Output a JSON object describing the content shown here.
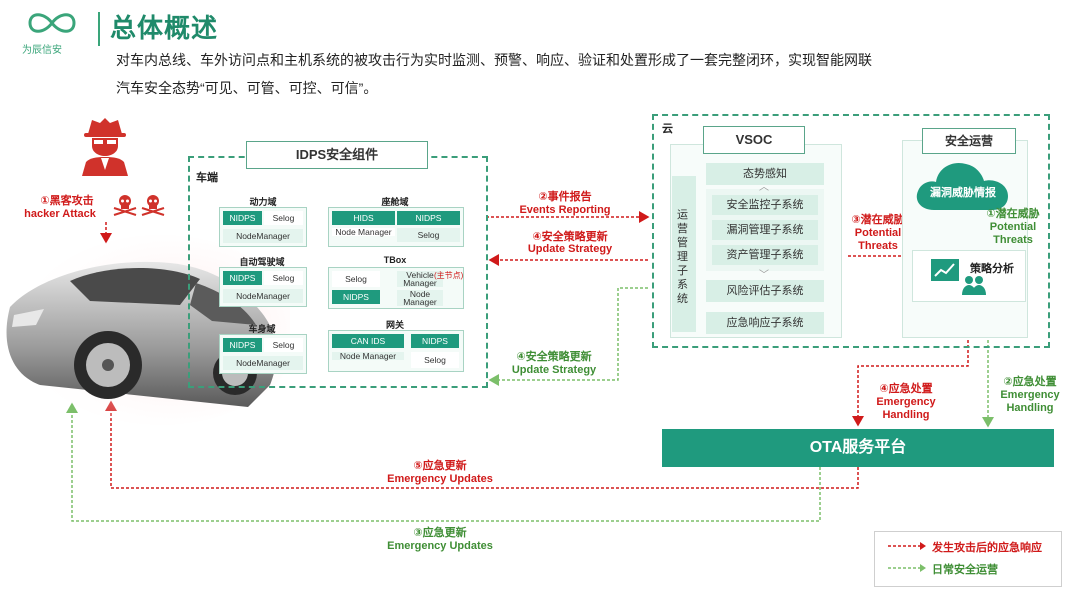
{
  "header": {
    "logo_text": "为辰信安",
    "title": "总体概述",
    "intro_line1": "对车内总线、车外访问点和主机系统的被攻击行为实时监测、预警、响应、验证和处置形成了一套完整闭环，实现智能网联",
    "intro_line2": "汽车安全态势“可见、可管、可控、可信”。"
  },
  "hacker": {
    "cn": "①黑客攻击",
    "en": "hacker Attack"
  },
  "vehicle": {
    "panel_title": "IDPS安全组件",
    "side_label": "车端",
    "domains": [
      {
        "name": "动力域",
        "chips": [
          "NIDPS",
          "Selog",
          "NodeManager"
        ]
      },
      {
        "name": "座舱域",
        "chips": [
          "HIDS",
          "NIDPS",
          "Node Manager",
          "Selog"
        ]
      },
      {
        "name": "自动驾驶域",
        "chips": [
          "NIDPS",
          "Selog",
          "NodeManager"
        ]
      },
      {
        "name": "TBox",
        "chips": [
          "Selog",
          "Vehicle Manager",
          "NIDPS",
          "Node Manager"
        ],
        "note": "(主节点)"
      },
      {
        "name": "车身域",
        "chips": [
          "NIDPS",
          "Selog",
          "NodeManager"
        ]
      },
      {
        "name": "网关",
        "chips": [
          "CAN IDS",
          "NIDPS",
          "Node Manager",
          "Selog"
        ]
      }
    ]
  },
  "flows": {
    "events_reporting": {
      "cn": "②事件报告",
      "en": "Events Reporting"
    },
    "update_strategy_red": {
      "cn": "④安全策略更新",
      "en": "Update Strategy"
    },
    "update_strategy_green": {
      "cn": "④安全策略更新",
      "en": "Update Strategy"
    },
    "potential_threats_red": {
      "cn": "③潜在威胁",
      "en1": "Potential",
      "en2": "Threats"
    },
    "potential_threats_green": {
      "cn": "①潜在威胁",
      "en1": "Potential",
      "en2": "Threats"
    },
    "emergency_handling_red": {
      "cn": "④应急处置",
      "en1": "Emergency",
      "en2": "Handling"
    },
    "emergency_handling_green": {
      "cn": "②应急处置",
      "en1": "Emergency",
      "en2": "Handling"
    },
    "emergency_updates_red": {
      "cn": "⑤应急更新",
      "en": "Emergency Updates"
    },
    "emergency_updates_green": {
      "cn": "③应急更新",
      "en": "Emergency Updates"
    }
  },
  "cloud": {
    "label": "云",
    "vsoc_title": "VSOC",
    "ops_system": "运营管理子系统",
    "situational": "态势感知",
    "subsystems": [
      "安全监控子系统",
      "漏洞管理子系统",
      "资产管理子系统"
    ],
    "risk_eval": "风险评估子系统",
    "emergency_resp": "应急响应子系统",
    "sec_ops_title": "安全运营",
    "threat_intel": "漏洞威胁情报",
    "strategy_analysis": "策略分析"
  },
  "ota": {
    "label": "OTA服务平台"
  },
  "legend": {
    "red": "发生攻击后的应急响应",
    "green": "日常安全运营"
  },
  "colors": {
    "accent": "#1f9a7e",
    "red": "#d01a1a",
    "green": "#6cb05a"
  }
}
